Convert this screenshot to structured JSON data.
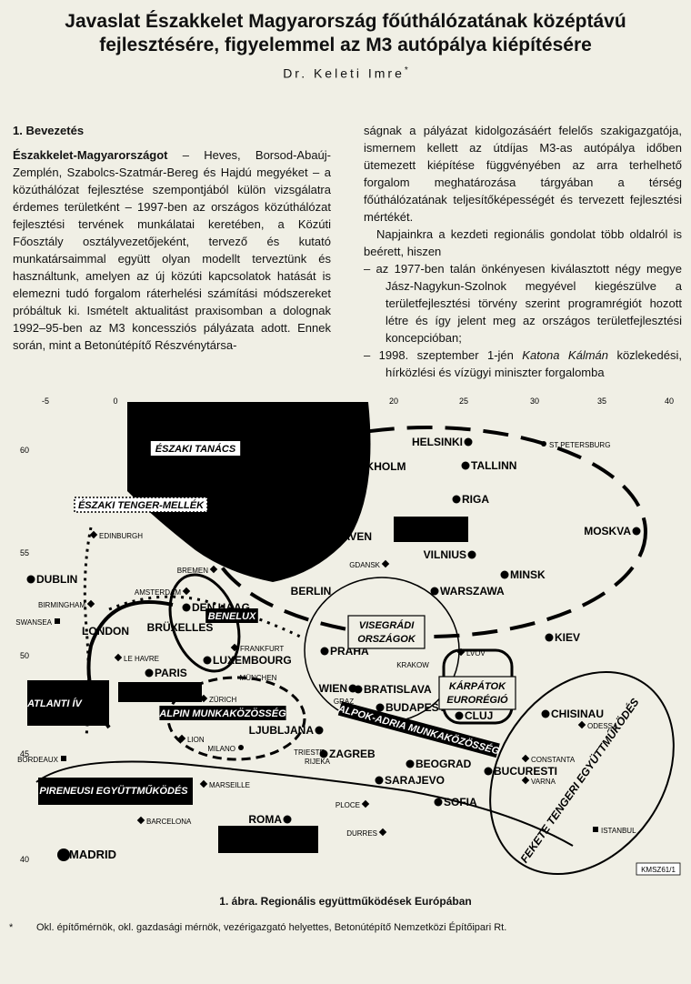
{
  "title_line1": "Javaslat Északkelet Magyarország főúthálózatának középtávú",
  "title_line2": "fejlesztésére, figyelemmel az M3 autópálya kiépítésére",
  "author": "Dr. Keleti Imre",
  "author_mark": "*",
  "section_heading": "1. Bevezetés",
  "left_para_bold": "Északkelet-Magyarországot",
  "left_para_rest": " – Heves, Borsod-Abaúj-Zemplén, Szabolcs-Szatmár-Bereg és Hajdú megyéket – a közúthálózat fejlesztése szempontjából külön vizsgálatra érdemes területként – 1997-ben az országos közúthálózat fejlesztési tervének munkálatai keretében, a Közúti Főosztály osztályvezetőjeként, tervező és kutató munkatársaimmal együtt olyan modellt terveztünk és használtunk, amelyen az új közúti kapcsolatok hatását is elemezni tudó forgalom ráterhelési számítási módszereket próbáltuk ki. Ismételt aktualitást praxisomban a dolognak 1992–95-ben az M3 koncessziós pályázata adott. Ennek során, mint a Betonútépítő Részvénytársa-",
  "right_para1": "ságnak a pályázat kidolgozásáért felelős szakigazgatója, ismernem kellett az útdíjas M3-as autópálya időben ütemezett kiépítése függvényében az arra terhelhető forgalom meghatározása tárgyában a térség főúthálózatának teljesítőképességét és tervezett fejlesztési mértékét.",
  "right_para2": "Napjainkra a kezdeti regionális gondolat több oldalról is beérett, hiszen",
  "right_dash1": "– az 1977-ben talán önkényesen kiválasztott négy megye Jász-Nagykun-Szolnok megyével kiegészülve a területfejlesztési törvény szerint programrégiót hozott létre és így jelent meg az országos területfejlesztési koncepcióban;",
  "right_dash2_a": "– 1998. szeptember 1-jén ",
  "right_dash2_italic": "Katona Kálmán",
  "right_dash2_b": " közlekedési, hírközlési és vízügyi miniszter forgalomba",
  "figure": {
    "x_ticks": [
      "-5",
      "0",
      "20",
      "25",
      "30",
      "35",
      "40"
    ],
    "y_ticks": [
      "60",
      "55",
      "50",
      "45",
      "40"
    ],
    "region_labels": [
      "ÉSZAKI TANÁCS",
      "ÉSZAKI TENGER-MELLÉK",
      "BENELUX",
      "ATLANTI ÍV",
      "ALPIN MUNKAKÖZÖSSÉG",
      "VISEGRÁDI ORSZÁGOK",
      "KÁRPÁTOK EURORÉGIÓ",
      "ALPOK-ADRIA MUNKAKÖZÖSSÉG",
      "PIRENEUSI EGYÜTTMŰKÖDÉS",
      "FEKETE TENGERI EGYÜTTMŰKÖDÉS"
    ],
    "cities": [
      "HELSINKI",
      "ST PETERSBURG",
      "STOCKHOLM",
      "TALLINN",
      "RIGA",
      "MOSKVA",
      "EDINBURGH",
      "GDANSK",
      "VILNIUS",
      "MINSK",
      "DUBLIN",
      "BREMEN",
      "AMSTERDAM",
      "DEN HAAG",
      "BERLIN",
      "WARSZAWA",
      "BIRMINGHAM",
      "SWANSEA",
      "LONDON",
      "BRÜXELLES",
      "KIEV",
      "FRANKFURT",
      "PRAHA",
      "LVOV",
      "LE HAVRE",
      "LUXEMBOURG",
      "PARIS",
      "KRAKOW",
      "MÜNCHEN",
      "WIEN",
      "BRATISLAVA",
      "ZÜRICH",
      "GRAZ",
      "BUDAPEST",
      "CLUJ",
      "CHISINAU",
      "ODESSA",
      "LION",
      "MILANO",
      "LJUBLJANA",
      "ZAGREB",
      "TRIESTE",
      "RIJEKA",
      "BORDEAUX",
      "CONSTANTA",
      "BUCURESTI",
      "VARNA",
      "BEOGRAD",
      "SARAJEVO",
      "MARSEILLE",
      "SOFIA",
      "PLOCE",
      "BARCELONA",
      "ROMA",
      "DURRES",
      "ISTANBUL",
      "MADRID",
      "HAVEN"
    ],
    "code": "KMSZ61/1"
  },
  "caption": "1. ábra. Regionális együttműködések Európában",
  "footnote_mark": "*",
  "footnote": "Okl. építőmérnök, okl. gazdasági mérnök, vezérigazgató helyettes, Betonútépítő Nemzetközi Építőipari Rt."
}
